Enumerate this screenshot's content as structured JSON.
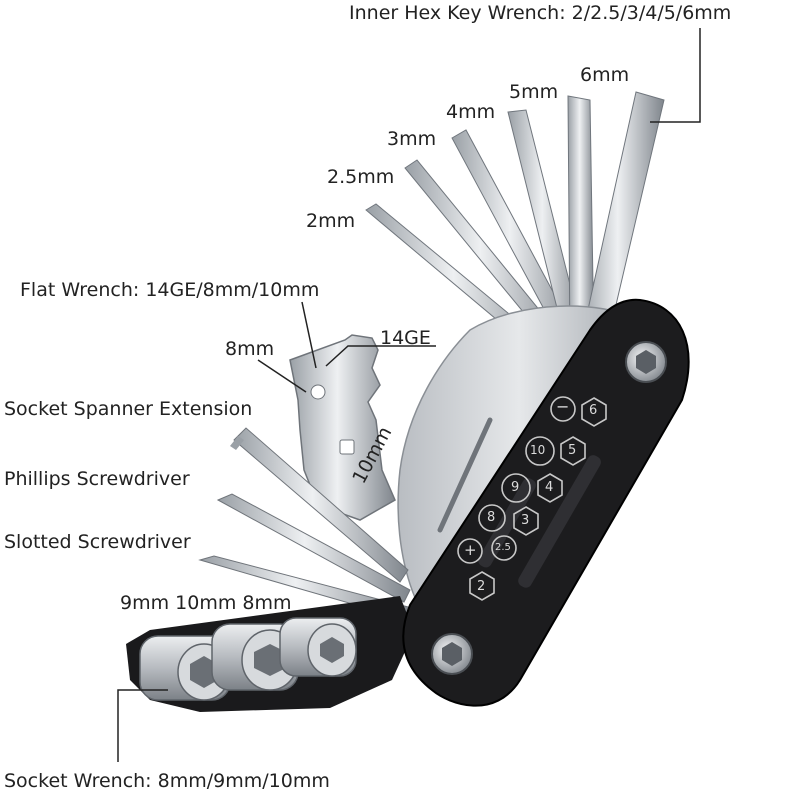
{
  "labels": {
    "inner_hex": "Inner Hex Key Wrench: 2/2.5/3/4/5/6mm",
    "hex_6": "6mm",
    "hex_5": "5mm",
    "hex_4": "4mm",
    "hex_3": "3mm",
    "hex_25": "2.5mm",
    "hex_2": "2mm",
    "flat_wrench": "Flat Wrench: 14GE/8mm/10mm",
    "flat_8": "8mm",
    "flat_14ge": "14GE",
    "flat_10": "10mm",
    "socket_extension": "Socket Spanner Extension",
    "phillips": "Phillips Screwdriver",
    "slotted": "Slotted Screwdriver",
    "sockets_sizes": "9mm 10mm 8mm",
    "socket_wrench": "Socket Wrench: 8mm/9mm/10mm"
  },
  "plate_markings": [
    "−",
    "6",
    "10",
    "5",
    "9",
    "4",
    "8",
    "3",
    "+",
    "2.5",
    "2"
  ],
  "colors": {
    "steel": "#c9ccd0",
    "steel_dark": "#8d9298",
    "body": "#1c1c1e",
    "label": "#222222"
  }
}
